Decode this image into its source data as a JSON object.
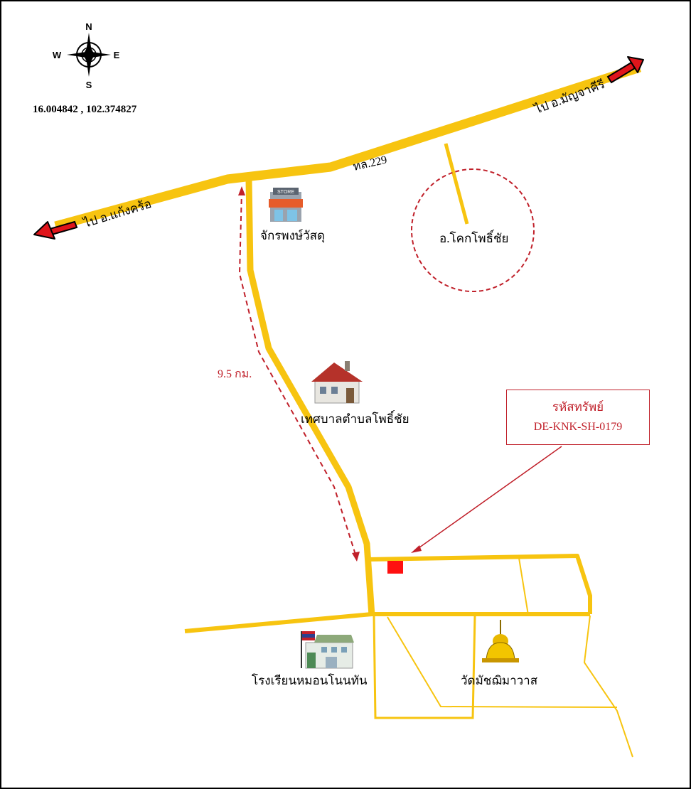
{
  "coordinates": "16.004842 , 102.374827",
  "compass": {
    "n": "N",
    "s": "S",
    "e": "E",
    "w": "W"
  },
  "roads": {
    "highway": "ทล.229",
    "to_east": "ไป อ.มัญจาคีรี",
    "to_west": "ไป อ.แก้งคร้อ"
  },
  "places": {
    "store": "จักรพงษ์วัสดุ",
    "store_sign": "STORE",
    "district": "อ.โคกโพธิ์ชัย",
    "municipality": "เทศบาลตำบลโพธิ์ชัย",
    "school": "โรงเรียนหมอนโนนทัน",
    "temple": "วัดมัชฌิมาวาส"
  },
  "distance": "9.5 กม.",
  "asset": {
    "label": "รหัสทรัพย์",
    "code": "DE-KNK-SH-0179"
  },
  "colors": {
    "road": "#f7c410",
    "marker": "#c0202a",
    "arrow": "#e0151b",
    "property": "#ff1010"
  }
}
